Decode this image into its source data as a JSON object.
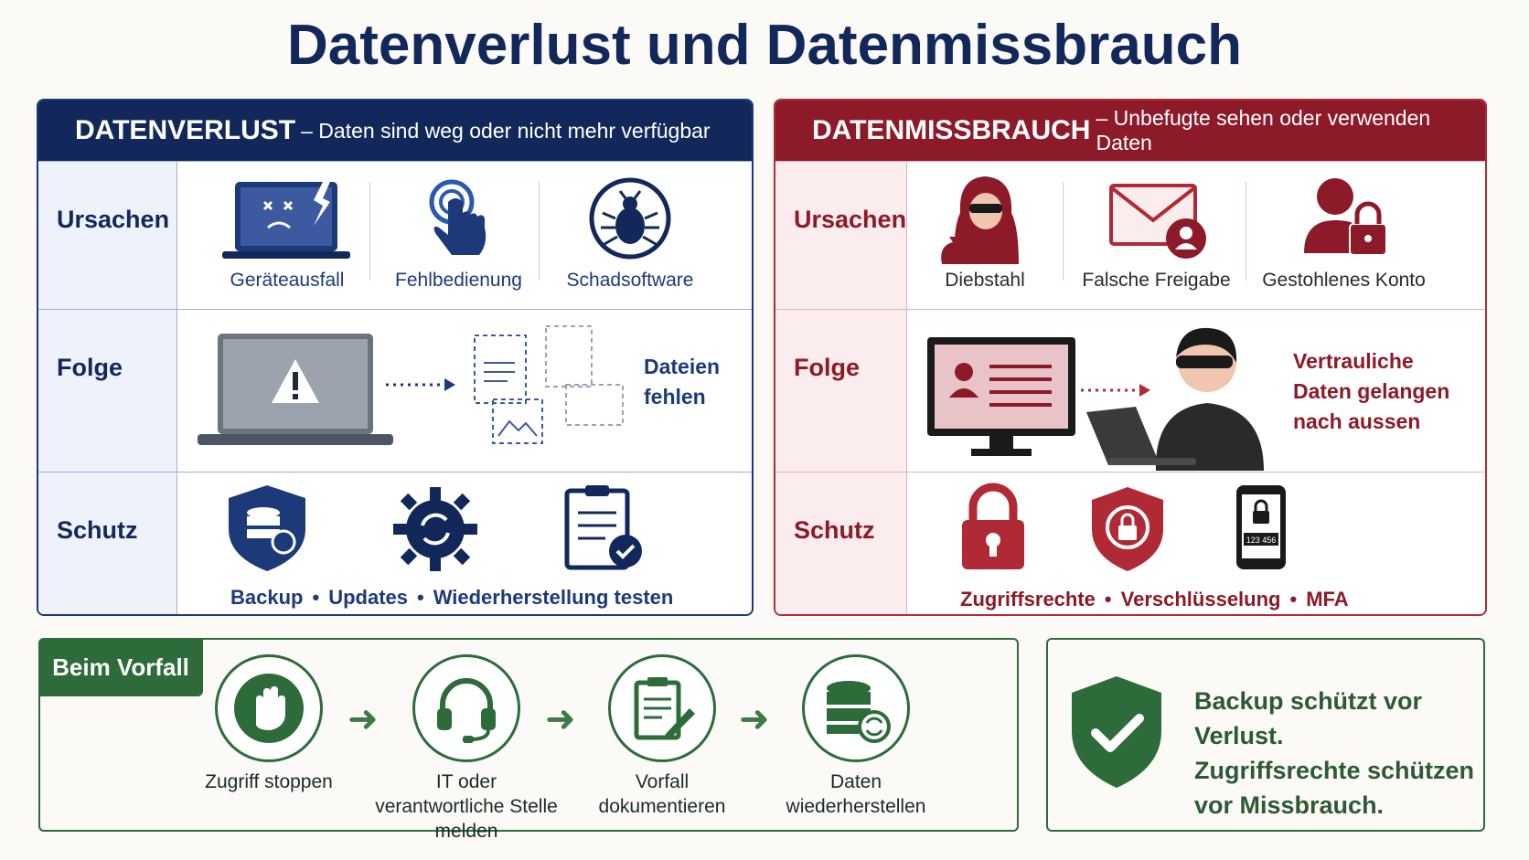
{
  "title": "Datenverlust und Datenmissbrauch",
  "colors": {
    "navy": "#13285a",
    "red": "#8c1a28",
    "green": "#2d6b3a"
  },
  "left": {
    "head_main": "DATENVERLUST",
    "head_sub": "– Daten sind weg oder nicht mehr verfügbar",
    "rows": {
      "ursachen": {
        "label": "Ursachen",
        "items": [
          "Geräteausfall",
          "Fehlbedienung",
          "Schadsoftware"
        ]
      },
      "folge": {
        "label": "Folge",
        "text_line1": "Dateien",
        "text_line2": "fehlen"
      },
      "schutz": {
        "label": "Schutz",
        "items": [
          "Backup",
          "Updates",
          "Wiederherstellung testen"
        ],
        "separator": "•"
      }
    }
  },
  "right": {
    "head_main": "DATENMISSBRAUCH",
    "head_sub": "– Unbefugte sehen oder verwenden Daten",
    "rows": {
      "ursachen": {
        "label": "Ursachen",
        "items": [
          "Diebstahl",
          "Falsche Freigabe",
          "Gestohlenes Konto"
        ]
      },
      "folge": {
        "label": "Folge",
        "text_line1": "Vertrauliche",
        "text_line2": "Daten gelangen",
        "text_line3": "nach aussen"
      },
      "schutz": {
        "label": "Schutz",
        "items": [
          "Zugriffsrechte",
          "Verschlüsselung",
          "MFA"
        ],
        "separator": "•",
        "phone_code": "123 456"
      }
    }
  },
  "vorfall": {
    "tag": "Beim Vorfall",
    "steps": [
      {
        "line1": "Zugriff stoppen",
        "line2": ""
      },
      {
        "line1": "IT oder",
        "line2": "verantwortliche Stelle melden"
      },
      {
        "line1": "Vorfall",
        "line2": "dokumentieren"
      },
      {
        "line1": "Daten",
        "line2": "wiederherstellen"
      }
    ]
  },
  "summary": {
    "line1": "Backup schützt vor Verlust.",
    "line2": "Zugriffsrechte schützen",
    "line3": "vor Missbrauch."
  }
}
